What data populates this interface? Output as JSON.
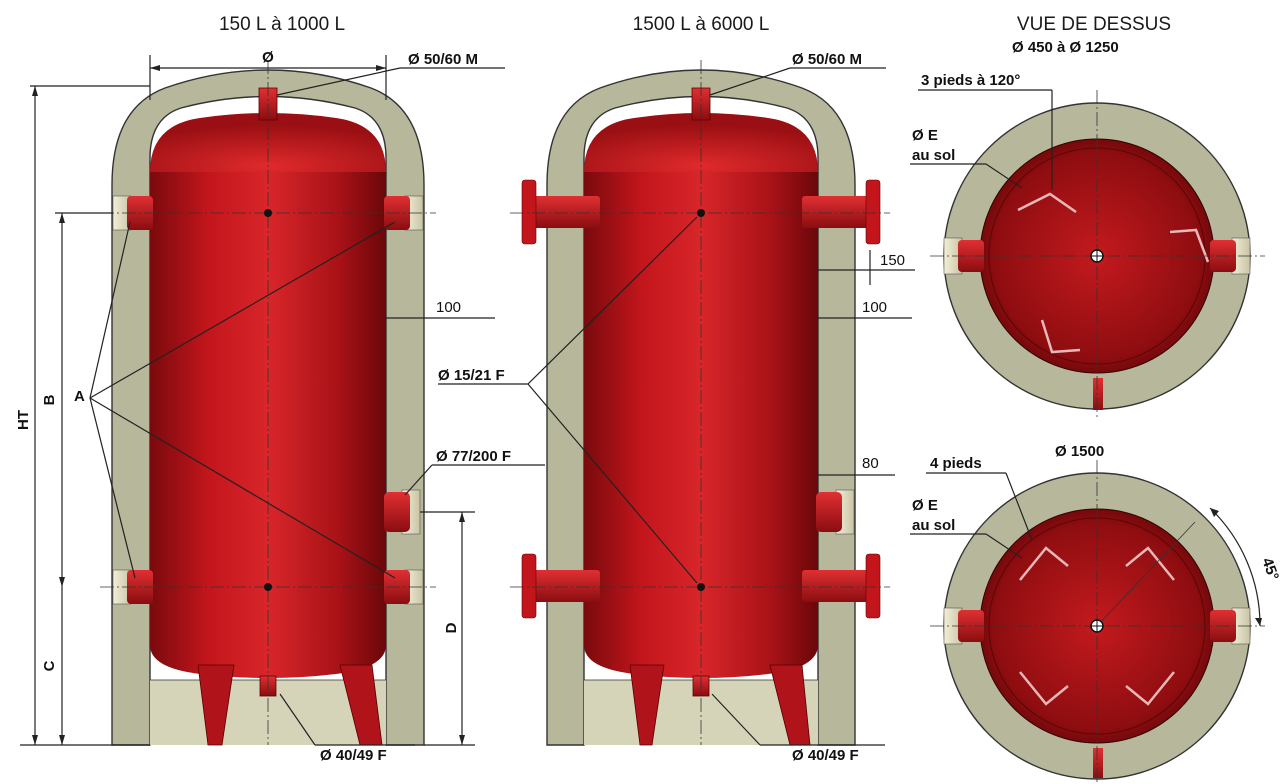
{
  "titles": {
    "small_range": "150 L à 1000 L",
    "large_range": "1500 L à 6000 L",
    "top_view": "VUE DE DESSUS"
  },
  "top_view": {
    "diam_range": "Ø 450  à Ø 1250",
    "feet_120": "3 pieds à 120°",
    "feet_4": "4 pieds",
    "floor_e_1": "Ø E",
    "floor_e_2": "au sol",
    "diam_1500": "Ø 1500",
    "angle": "45°"
  },
  "labels": {
    "diam": "Ø",
    "top_port": "Ø 50/60 M",
    "side_port": "Ø 15/21 F",
    "flange_port": "Ø 77/200 F",
    "bottom_port": "Ø 40/49 F",
    "a": "A",
    "ht": "HT",
    "b": "B",
    "c": "C",
    "d": "D",
    "d100": "100",
    "d150": "150",
    "d80": "80"
  },
  "colors": {
    "tank_red": "#c3161c",
    "insulation": "#b7b89b",
    "outline": "#333333"
  }
}
